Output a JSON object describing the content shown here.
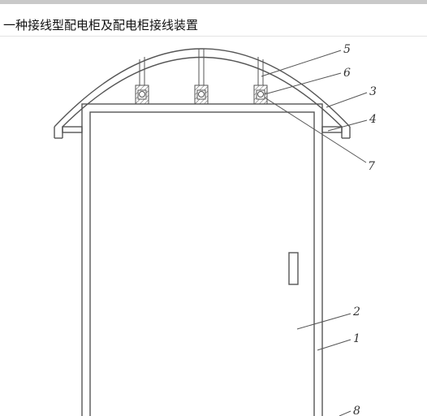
{
  "document": {
    "title": "一种接线型配电柜及配电柜接线装置"
  },
  "figure": {
    "labels": {
      "l1": "1",
      "l2": "2",
      "l3": "3",
      "l4": "4",
      "l5": "5",
      "l6": "6",
      "l7": "7",
      "l8": "8"
    }
  }
}
